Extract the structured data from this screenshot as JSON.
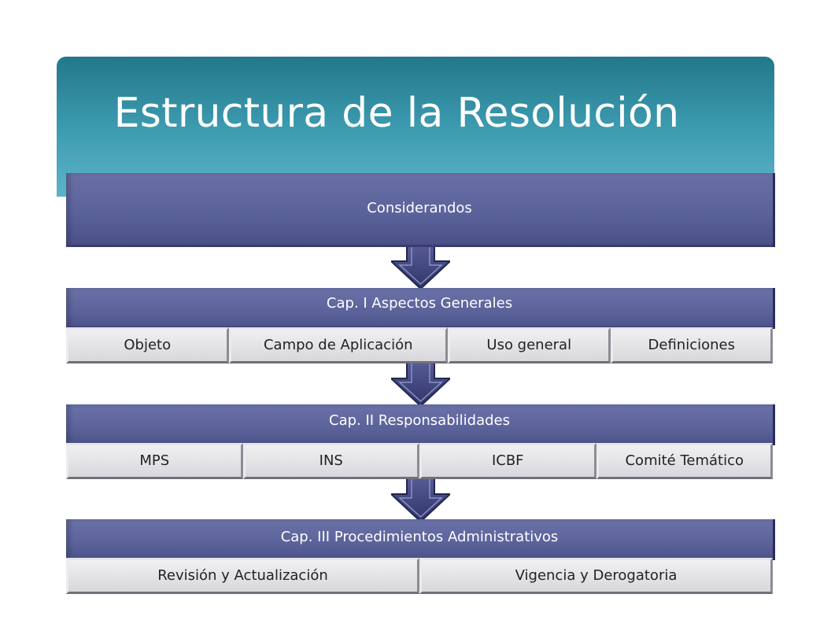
{
  "title": "Estructura de la Resolución",
  "considerandos": "Considerandos",
  "chapters": [
    {
      "title": "Cap. I Aspectos Generales",
      "items": [
        "Objeto",
        "Campo de Aplicación",
        "Uso general",
        "Definiciones"
      ]
    },
    {
      "title": "Cap. II Responsabilidades",
      "items": [
        "MPS",
        "INS",
        "ICBF",
        "Comité Temático"
      ]
    },
    {
      "title": "Cap. III Procedimientos Administrativos",
      "items": [
        "Revisión y Actualización",
        "Vigencia y Derogatoria"
      ]
    }
  ],
  "colors": {
    "header": "#3f9db3",
    "block": "#5b629a",
    "arrow": "#3a3f7a",
    "cell": "#e2e2e6"
  }
}
